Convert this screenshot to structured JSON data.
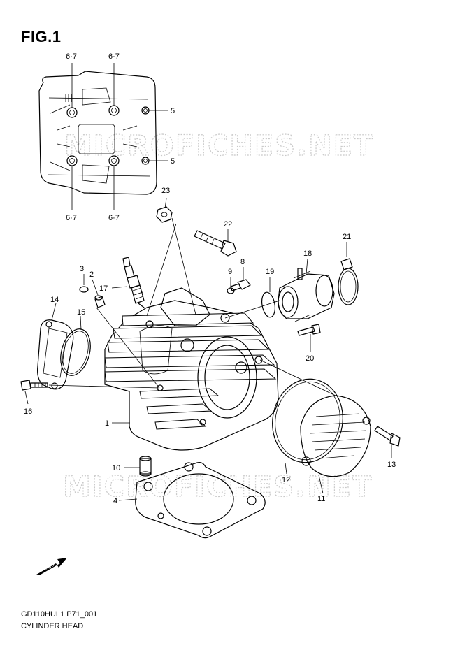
{
  "figure": {
    "title": "FIG.1",
    "drawing_code": "GD110HUL1 P71_001",
    "drawing_name": "CYLINDER HEAD",
    "watermark": "MICROFICHES.NET",
    "fwd_label": "FWD"
  },
  "callouts": {
    "c1": "1",
    "c2": "2",
    "c3": "3",
    "c4": "4",
    "c5a": "5",
    "c5b": "5",
    "c67a": "6·7",
    "c67b": "6·7",
    "c67c": "6·7",
    "c67d": "6·7",
    "c8": "8",
    "c9": "9",
    "c10": "10",
    "c11": "11",
    "c12": "12",
    "c13": "13",
    "c14": "14",
    "c15": "15",
    "c16": "16",
    "c17": "17",
    "c18": "18",
    "c19": "19",
    "c20": "20",
    "c21": "21",
    "c22": "22",
    "c23": "23"
  }
}
